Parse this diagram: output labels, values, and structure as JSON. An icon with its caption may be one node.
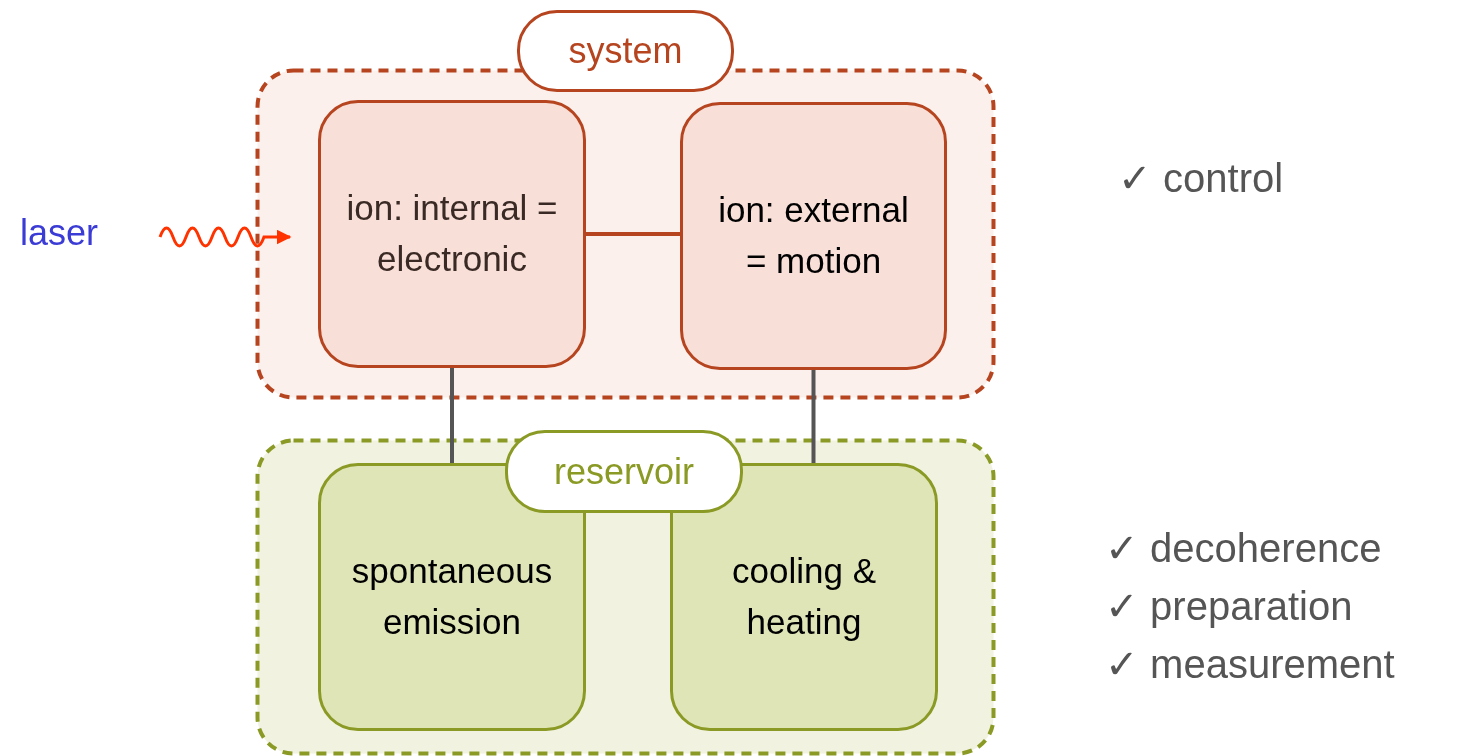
{
  "diagram": {
    "nodes": [
      {
        "text": [
          "system"
        ]
      },
      {
        "text": [
          "ion: internal = electronic"
        ],
        "in": 0
      },
      {
        "text": [
          "ion: external = motion"
        ],
        "in": 0
      },
      {
        "text": [
          "reservoir"
        ]
      },
      {
        "text": [
          "spontaneous emission"
        ],
        "in": 3
      },
      {
        "text": [
          "cooling & heating"
        ],
        "in": 3
      },
      {
        "text": [
          "laser"
        ]
      }
    ],
    "edges": [
      {
        "from": 6,
        "to": 1,
        "arrow": "to",
        "color": "#ff3300"
      },
      {
        "from": 1,
        "to": 2,
        "arrow": "none",
        "color": "#b5441f"
      },
      {
        "from": 1,
        "to": 4,
        "arrow": "none"
      },
      {
        "from": 2,
        "to": 5,
        "arrow": "none"
      }
    ],
    "labels": [
      "✓ control",
      "✓ decoherence",
      "✓ preparation",
      "✓ measurement"
    ]
  }
}
